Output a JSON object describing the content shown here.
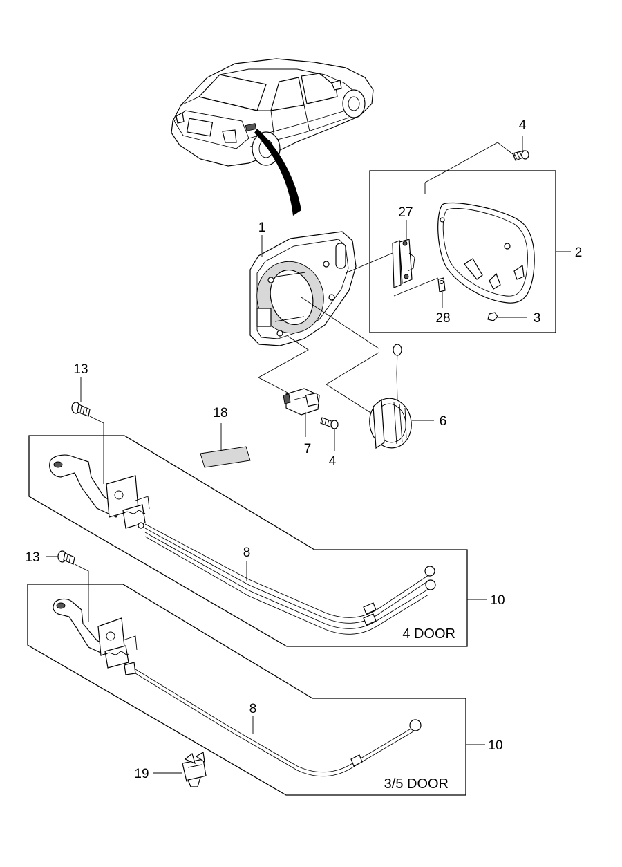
{
  "callouts": {
    "c1": "1",
    "c2": "2",
    "c3": "3",
    "c4_top": "4",
    "c4_bottom": "4",
    "c6": "6",
    "c7": "7",
    "c8_upper": "8",
    "c8_lower": "8",
    "c10_upper": "10",
    "c10_lower": "10",
    "c13_upper": "13",
    "c13_lower": "13",
    "c18": "18",
    "c19": "19",
    "c27": "27",
    "c28": "28"
  },
  "variants": {
    "four_door": "4 DOOR",
    "three_five_door": "3/5 DOOR"
  }
}
